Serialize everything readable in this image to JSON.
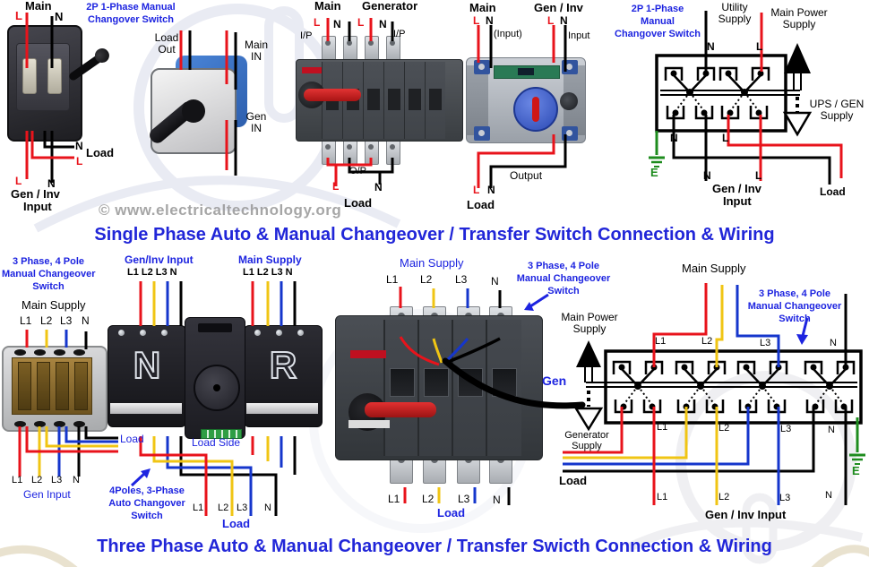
{
  "watermark": "© www.electricaltechnology.org",
  "colors": {
    "line_red": "#e8131b",
    "neutral_black": "#000000",
    "phase_yellow": "#f0c514",
    "phase_blue": "#1536cc",
    "earth_green": "#1e8c1e",
    "label_blue": "#1d24e0",
    "title_blue": "#2126d8"
  },
  "single_phase": {
    "title": "Single Phase Auto & Manual Changeover / Transfer Switch Connection & Wiring",
    "d1": {
      "caption1": "2P 1-Phase Manual",
      "caption2": "Changover Switch",
      "main": "Main",
      "l_in": "L",
      "n_in": "N",
      "load_n": "N",
      "load": "Load",
      "load_l": "L",
      "gen_l": "L",
      "gen_n": "N",
      "gen1": "Gen / Inv",
      "gen2": "Input"
    },
    "d2": {
      "load_out": "Load Out",
      "main_in": "Main IN",
      "gen_in": "Gen IN"
    },
    "d3": {
      "main": "Main",
      "generator": "Generator",
      "l_main": "L",
      "n_main": "N",
      "l_gen": "L",
      "n_gen": "N",
      "ip_left": "I/P",
      "ip_right": "I/P",
      "op": "O/P",
      "l_out": "L",
      "n_out": "N",
      "load": "Load"
    },
    "d4": {
      "main": "Main",
      "l_main": "L",
      "n_main": "N",
      "input_main": "(Input)",
      "gen": "Gen / Inv",
      "l_gen": "L",
      "n_gen": "N",
      "input_gen": "Input",
      "output": "Output",
      "l_out": "L",
      "n_out": "N",
      "load": "Load"
    },
    "s1": {
      "caption1": "2P 1-Phase",
      "caption2": "Manual",
      "caption3": "Changover Switch",
      "utility": "Utility Supply",
      "n_top": "N",
      "l_top": "L",
      "main_power": "Main Power Supply",
      "ups": "UPS / GEN Supply",
      "n_mid": "N",
      "l_mid": "L",
      "earth": "E",
      "n_bot": "N",
      "l_bot": "L",
      "gen1": "Gen / Inv",
      "gen2": "Input",
      "load": "Load"
    }
  },
  "three_phase": {
    "title": "Three Phase Auto & Manual Changeover / Transfer Swicth Connection & Wiring",
    "d5": {
      "caption1": "3 Phase, 4 Pole",
      "caption2": "Manual Changeover",
      "caption3": "Switch",
      "main_supply": "Main Supply",
      "t1": "L1",
      "t2": "L2",
      "t3": "L3",
      "t4": "N",
      "load": "Load",
      "b1": "L1",
      "b2": "L2",
      "b3": "L3",
      "b4": "N",
      "gen_input": "Gen Input"
    },
    "d6": {
      "gen_header": "Gen/Inv Input",
      "gen_phases": "L1 L2 L3 N",
      "main_header": "Main Supply",
      "main_phases": "L1 L2 L3 N",
      "n_letter": "N",
      "r_letter": "R",
      "load_side": "Load Side",
      "caption1": "4Poles, 3-Phase",
      "caption2": "Auto Changover",
      "caption3": "Switch",
      "b1": "L1",
      "b2": "L2",
      "b3": "L3",
      "b4": "N",
      "load": "Load"
    },
    "d7": {
      "main_supply": "Main Supply",
      "t1": "L1",
      "t2": "L2",
      "t3": "L3",
      "t4": "N",
      "caption1": "3 Phase, 4 Pole",
      "caption2": "Manual Changeover",
      "caption3": "Switch",
      "gen": "Gen",
      "b1": "L1",
      "b2": "L2",
      "b3": "L3",
      "b4": "N",
      "load": "Load"
    },
    "s2": {
      "main_supply": "Main Supply",
      "caption1": "3 Phase, 4 Pole",
      "caption2": "Manual Changeover",
      "caption3": "Switch",
      "main_power": "Main Power Supply",
      "t1": "L1",
      "t2": "L2",
      "t3": "L3",
      "t4": "N",
      "gen_supply": "Generator Supply",
      "m1": "L1",
      "m2": "L2",
      "m3": "L3",
      "m4": "N",
      "earth": "E",
      "load": "Load",
      "b1": "L1",
      "b2": "L2",
      "b3": "L3",
      "b4": "N",
      "gen_inv": "Gen / Inv Input"
    }
  }
}
